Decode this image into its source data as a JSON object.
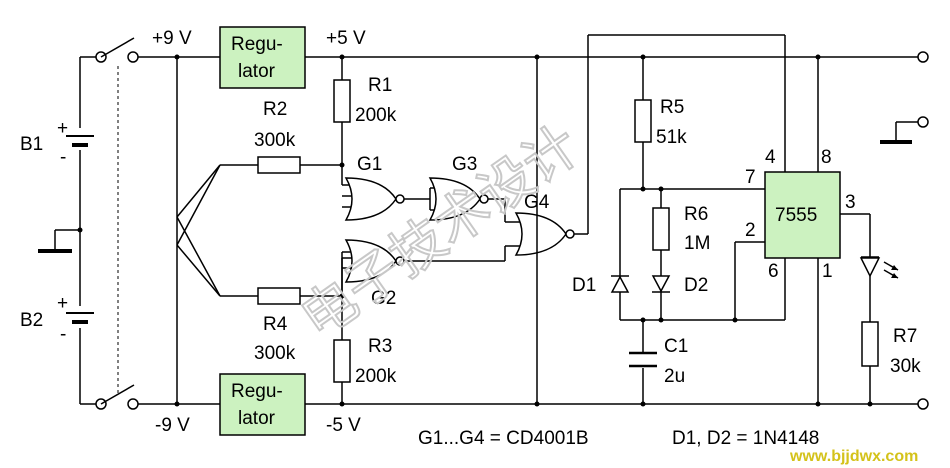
{
  "labels": {
    "v_plus9": "+9 V",
    "v_plus5": "+5 V",
    "v_minus9": "-9 V",
    "v_minus5": "-5 V",
    "reg_top_1": "Regu-",
    "reg_top_2": "lator",
    "reg_bot_1": "Regu-",
    "reg_bot_2": "lator",
    "b1": "B1",
    "b2": "B2",
    "plus": "+",
    "minus": "-",
    "r1_name": "R1",
    "r1_val": "200k",
    "r2_name": "R2",
    "r2_val": "300k",
    "r3_name": "R3",
    "r3_val": "200k",
    "r4_name": "R4",
    "r4_val": "300k",
    "r5_name": "R5",
    "r5_val": "51k",
    "r6_name": "R6",
    "r6_val": "1M",
    "r7_name": "R7",
    "r7_val": "30k",
    "g1": "G1",
    "g2": "G2",
    "g3": "G3",
    "g4": "G4",
    "ic": "7555",
    "pin4": "4",
    "pin8": "8",
    "pin7": "7",
    "pin2": "2",
    "pin6": "6",
    "pin3": "3",
    "pin1": "1",
    "d1": "D1",
    "d2": "D2",
    "c1_name": "C1",
    "c1_val": "2u",
    "note_gates": "G1...G4 = CD4001B",
    "note_diodes": "D1, D2 = 1N4148",
    "watermark_url": "www.bjjdwx.com",
    "watermark_cn": "电子技术设计"
  },
  "colors": {
    "regulator_fill": "#ccf2c0",
    "ic_fill": "#ccf2c0",
    "watermark_url": "#d4c21a"
  }
}
